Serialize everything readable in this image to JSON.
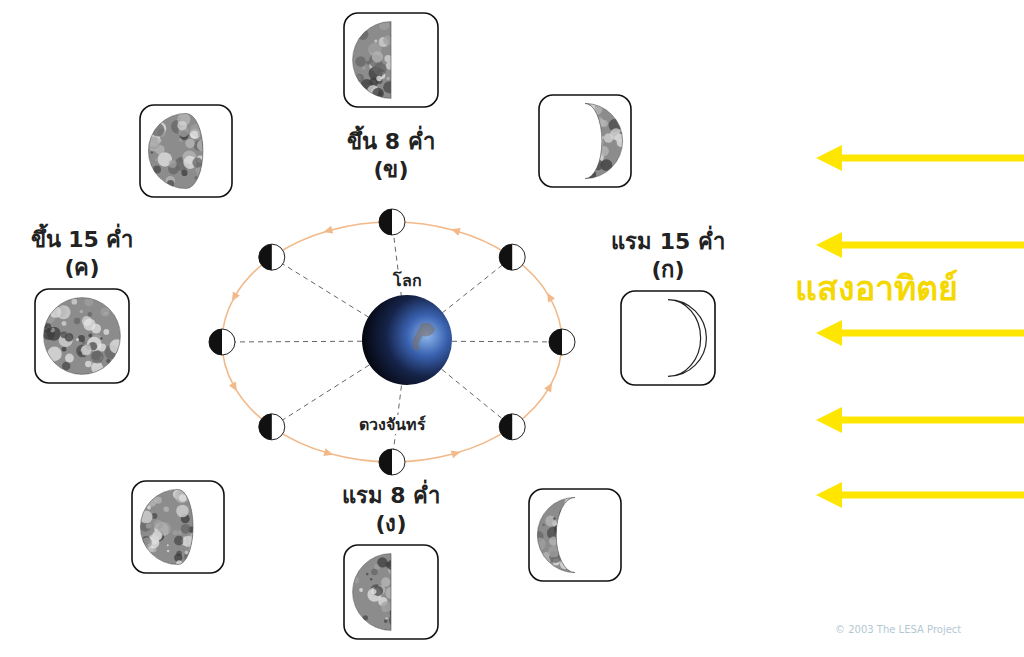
{
  "diagram": {
    "nodes": [
      {
        "text": [
          "ขึ้น 8 ค่ำ",
          "(ข)"
        ]
      },
      {
        "text": [
          "ขึ้น 15 ค่ำ",
          "(ค)"
        ]
      },
      {
        "text": [
          "แรม 15 ค่ำ",
          "(ก)"
        ]
      },
      {
        "text": [
          "โลก"
        ]
      },
      {
        "text": [
          "แรม 8 ค่ำ",
          "(ง)"
        ]
      }
    ],
    "labels": [
      "ดวงจันทร์",
      "แสงอาทิตย์",
      "© 2003 The LESA Project"
    ]
  }
}
